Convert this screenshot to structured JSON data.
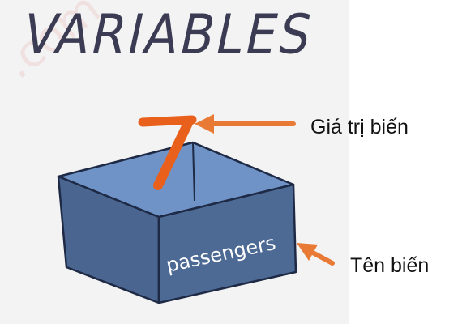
{
  "title": "VARIABLES",
  "watermark": ".com",
  "box": {
    "value": "7",
    "name": "passengers",
    "front_color": "#4d6a95",
    "side_color": "#4a6590",
    "back_color": "#6f93c7",
    "outline_color": "#1e2a45"
  },
  "annotations": {
    "value_label": "Giá trị biến",
    "name_label": "Tên biến",
    "arrow_color": "#e87a35"
  },
  "number_color": "#e8601c"
}
